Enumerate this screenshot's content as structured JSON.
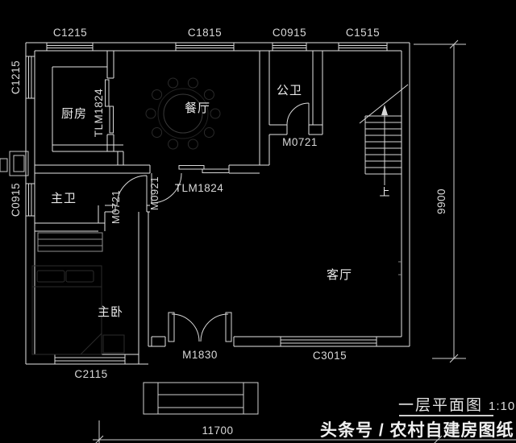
{
  "plan": {
    "background": "#000000",
    "line_color": "#e3e3e3",
    "title": {
      "text": "一层平面图",
      "scale": "1:10"
    },
    "watermark": "头条号 / 农村自建房图纸",
    "rooms": {
      "kitchen": "厨房",
      "dining": "餐厅",
      "public_bath": "公卫",
      "master_bath": "主卫",
      "master_bedroom": "主卧",
      "living": "客厅",
      "stair_up": "上"
    },
    "windows": {
      "c1215_top": "C1215",
      "c1815_top": "C1815",
      "c0915_top": "C0915",
      "c1515_top": "C1515",
      "c1215_left": "C1215",
      "c0915_left": "C0915",
      "c2115_bottom": "C2115",
      "c3015_bottom": "C3015"
    },
    "doors": {
      "kitchen_sliding": "TLM1824",
      "dining_sliding": "TLM1824",
      "public_bath": "M0721",
      "master_bath": "M0721",
      "hall": "M0921",
      "entry": "M1830"
    },
    "dimensions": {
      "total_width": "11700",
      "total_height": "9900"
    }
  }
}
